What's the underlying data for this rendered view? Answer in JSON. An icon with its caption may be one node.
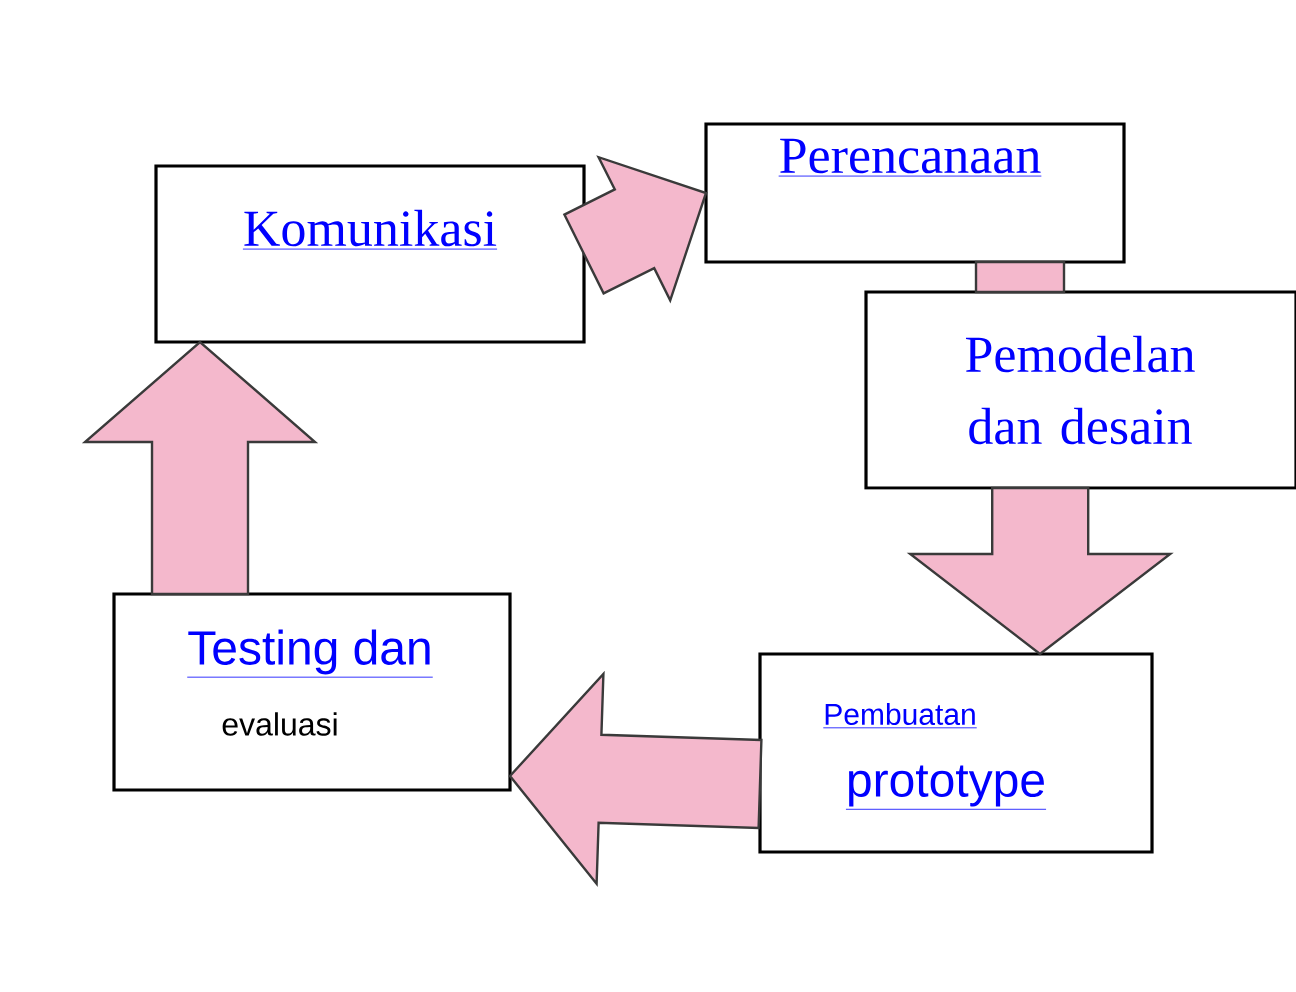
{
  "diagram": {
    "nodes": [
      {
        "text": [
          "Komunikasi"
        ]
      },
      {
        "text": [
          "Perencanaan"
        ]
      },
      {
        "text": [
          "Pemodelan dan desain"
        ]
      },
      {
        "text": [
          "Pembuatan",
          "prototype"
        ]
      },
      {
        "text": [
          "Testing dan",
          "evaluasi"
        ]
      }
    ],
    "edges": [
      {
        "from": 0,
        "to": 1,
        "arrow": "to"
      },
      {
        "from": 1,
        "to": 2,
        "arrow": "none"
      },
      {
        "from": 2,
        "to": 3,
        "arrow": "to"
      },
      {
        "from": 3,
        "to": 4,
        "arrow": "to"
      },
      {
        "from": 4,
        "to": 0,
        "arrow": "to"
      }
    ]
  }
}
